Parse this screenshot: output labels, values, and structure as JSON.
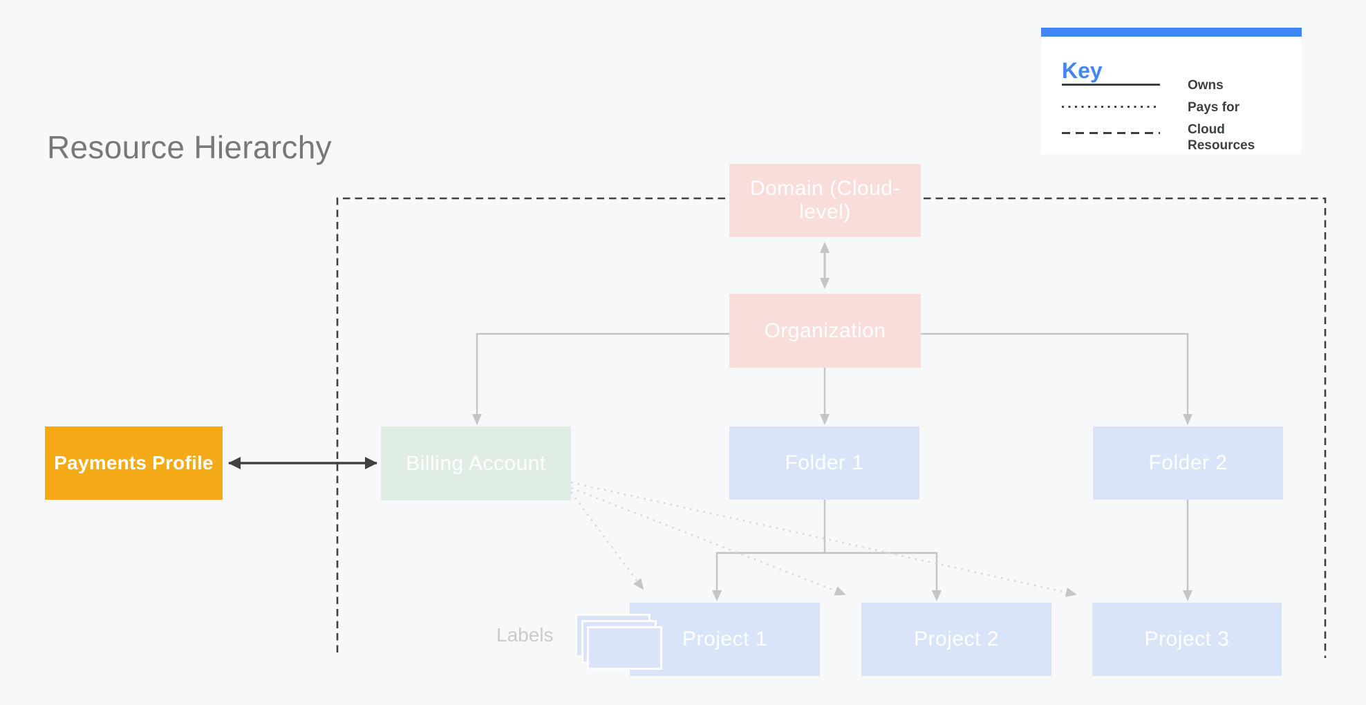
{
  "title": "Resource Hierarchy",
  "key": {
    "heading": "Key",
    "entries": [
      {
        "style": "solid",
        "label": "Owns"
      },
      {
        "style": "dotted",
        "label": "Pays for"
      },
      {
        "style": "dashed",
        "label": "Cloud Resources"
      }
    ]
  },
  "nodes": {
    "domain": {
      "label": "Domain (Cloud-level)",
      "color": "#f8ddda"
    },
    "organization": {
      "label": "Organization",
      "color": "#f8ddda"
    },
    "billing_account": {
      "label": "Billing Account",
      "color": "#dfede2"
    },
    "folder_1": {
      "label": "Folder 1",
      "color": "#dae4f8"
    },
    "folder_2": {
      "label": "Folder 2",
      "color": "#dae4f8"
    },
    "project_1": {
      "label": "Project 1",
      "color": "#dae4f8"
    },
    "project_2": {
      "label": "Project 2",
      "color": "#dae4f8"
    },
    "project_3": {
      "label": "Project 3",
      "color": "#dae4f8"
    }
  },
  "payments_profile": {
    "label": "Payments Profile",
    "color": "#f4ab17"
  },
  "labels_caption": "Labels",
  "colors": {
    "background": "#f7f8fa",
    "accent_blue": "#4285f4",
    "title_text": "#76787b",
    "legend_text": "#3c4043",
    "boundary_dash": "#3c4043",
    "tree_line": "#c3c5c8",
    "dotted_line": "#d4d6d8",
    "dark_arrow": "#3f4245",
    "node_text": "#ffffff"
  }
}
